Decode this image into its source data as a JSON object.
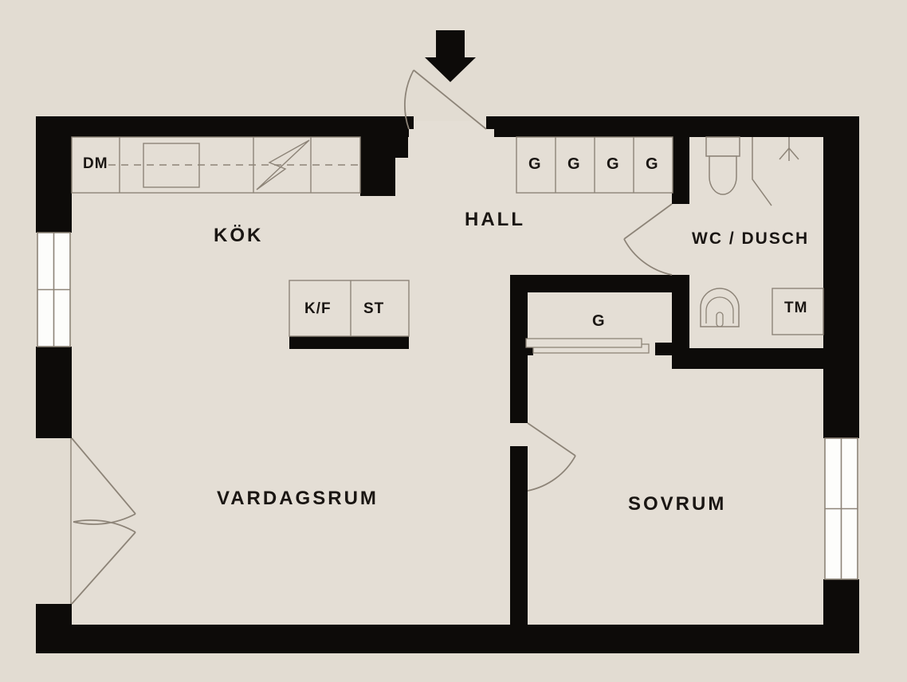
{
  "plan": {
    "type": "apartment-floor-plan",
    "language": "sv",
    "colors": {
      "background": "#e2dcd2",
      "floor": "#e4ded5",
      "wall": "#0d0b09",
      "fixture_line": "#8d8478",
      "window_fill": "#fdfdfb",
      "text": "#1a1613"
    },
    "rooms": [
      {
        "id": "kok",
        "label": "KÖK"
      },
      {
        "id": "hall",
        "label": "HALL"
      },
      {
        "id": "wc-dusch",
        "label": "WC / DUSCH"
      },
      {
        "id": "vardagsrum",
        "label": "VARDAGSRUM"
      },
      {
        "id": "sovrum",
        "label": "SOVRUM"
      }
    ],
    "fixtures": {
      "dishwasher": "DM",
      "fridge_freezer": "K/F",
      "cleaning_closet": "ST",
      "washing_machine": "TM",
      "walk_in_closet": "G",
      "hall_wardrobes": [
        "G",
        "G",
        "G",
        "G"
      ]
    },
    "symbols": {
      "entrance_arrow": "entrance-arrow-icon",
      "stove_zigzag": "stove-symbol-icon",
      "toilet": "toilet-icon",
      "shower": "shower-head-icon",
      "sink": "wash-basin-icon",
      "sliding_doors": "sliding-door-icon"
    }
  }
}
